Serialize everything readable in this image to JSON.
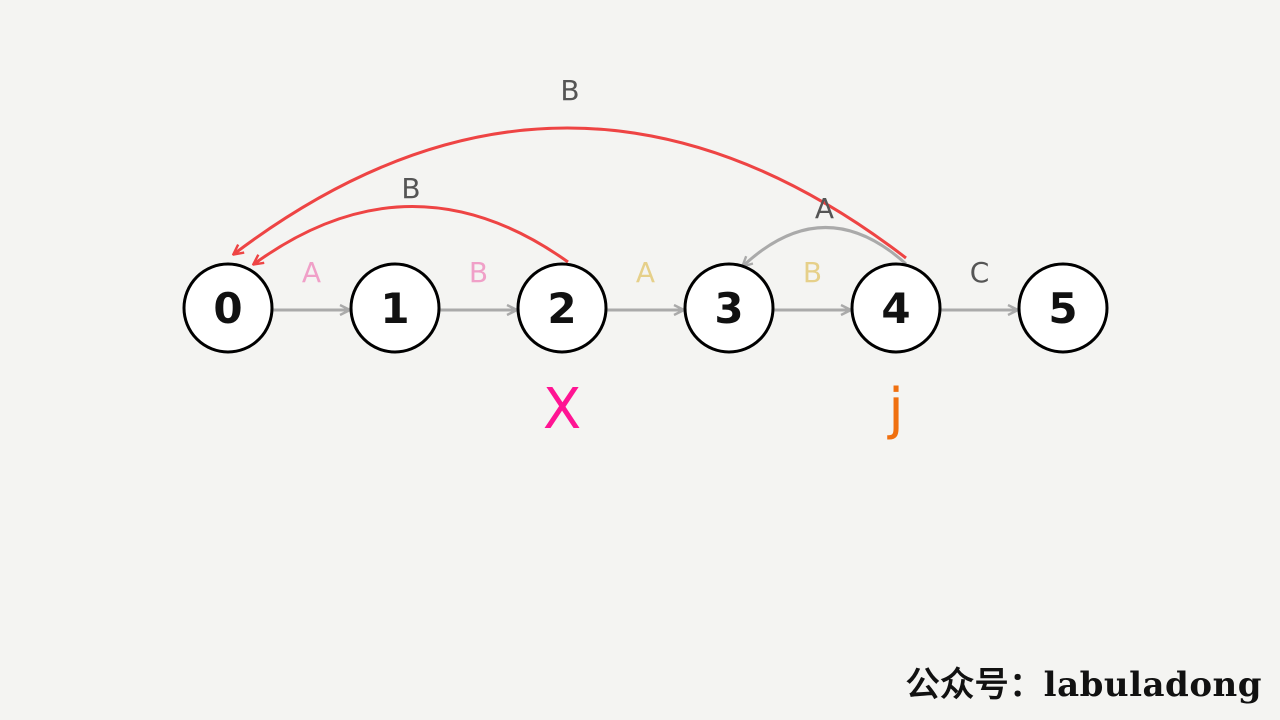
{
  "diagram": {
    "nodes": [
      {
        "id": 0,
        "label": "0"
      },
      {
        "id": 1,
        "label": "1"
      },
      {
        "id": 2,
        "label": "2"
      },
      {
        "id": 3,
        "label": "3"
      },
      {
        "id": 4,
        "label": "4"
      },
      {
        "id": 5,
        "label": "5"
      }
    ],
    "forward_edges": [
      {
        "from": 0,
        "to": 1,
        "label": "A",
        "label_color": "#f0a0c8"
      },
      {
        "from": 1,
        "to": 2,
        "label": "B",
        "label_color": "#f0a0c8"
      },
      {
        "from": 2,
        "to": 3,
        "label": "A",
        "label_color": "#e6d08a"
      },
      {
        "from": 3,
        "to": 4,
        "label": "B",
        "label_color": "#e6d08a"
      },
      {
        "from": 4,
        "to": 5,
        "label": "C",
        "label_color": "#555555"
      }
    ],
    "back_edges": [
      {
        "from": 2,
        "to": 0,
        "label": "B",
        "color": "#ee4444"
      },
      {
        "from": 4,
        "to": 0,
        "label": "B",
        "color": "#ee4444"
      },
      {
        "from": 4,
        "to": 3,
        "label": "A",
        "color": "#aaaaaa"
      }
    ],
    "markers": [
      {
        "node": 2,
        "label": "X",
        "color": "#ff1493"
      },
      {
        "node": 4,
        "label": "j",
        "color": "#f07010"
      }
    ],
    "edge_color": "#aaaaaa",
    "back_edge_label_color": "#555555"
  },
  "watermark": "公众号：labuladong"
}
